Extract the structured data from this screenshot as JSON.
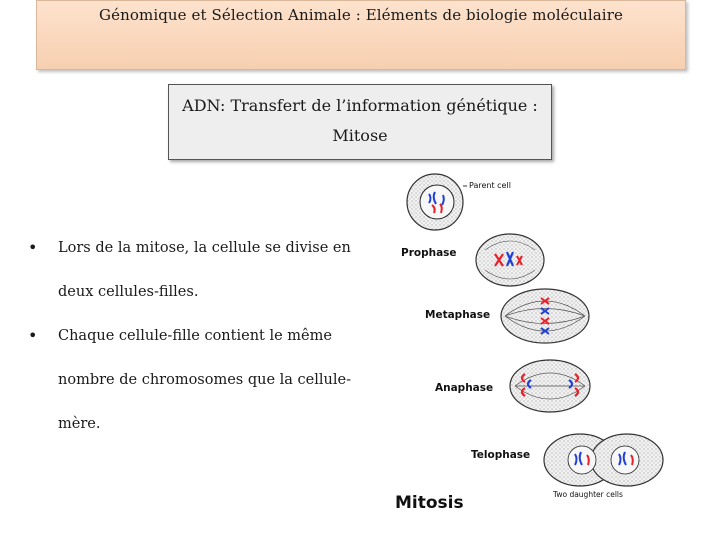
{
  "header": {
    "title": "Génomique et Sélection Animale : Eléments de biologie moléculaire"
  },
  "subtitle": {
    "line1": "ADN: Transfert de l’information génétique :",
    "line2": "Mitose"
  },
  "bullets": [
    {
      "line1": "Lors de la mitose, la cellule se divise en",
      "line2": "deux cellules-filles."
    },
    {
      "line1": "Chaque cellule-fille contient le même",
      "line2": "nombre de chromosomes que la cellule-",
      "line3": "mère."
    }
  ],
  "figure": {
    "labels": {
      "parent_cell": "Parent cell",
      "prophase": "Prophase",
      "metaphase": "Metaphase",
      "anaphase": "Anaphase",
      "telophase": "Telophase",
      "daughter_cells": "Two daughter cells",
      "title": "Mitosis"
    },
    "colors": {
      "chromosome_red": "#e8202a",
      "chromosome_blue": "#1f3fd6"
    }
  }
}
